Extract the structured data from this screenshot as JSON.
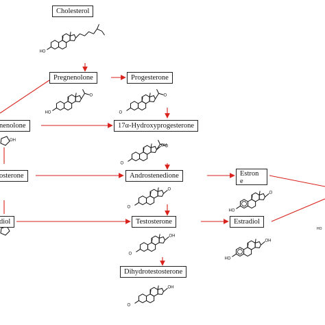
{
  "compounds": {
    "cholesterol": "Cholesterol",
    "pregnenolone": "Pregnenolone",
    "progesterone": "Progesterone",
    "pregnenolone_17oh_partial": "nenolone",
    "hydroxyprogesterone_17a": "17α-Hydroxyprogesterone",
    "dhea_partial": "osterone",
    "androstenedione": "Androstenedione",
    "estrone_line1": "Estron",
    "estrone_line2": "e",
    "androstenediol_partial": "diol",
    "testosterone": "Testosterone",
    "estradiol": "Estradiol",
    "dihydrotestosterone": "Dihydrotestosterone"
  },
  "atom_labels": {
    "ho": "HO",
    "o": "O",
    "oh": "OH"
  },
  "colors": {
    "arrow": "#d9221c",
    "structure": "#111111",
    "box_border": "#222222"
  }
}
